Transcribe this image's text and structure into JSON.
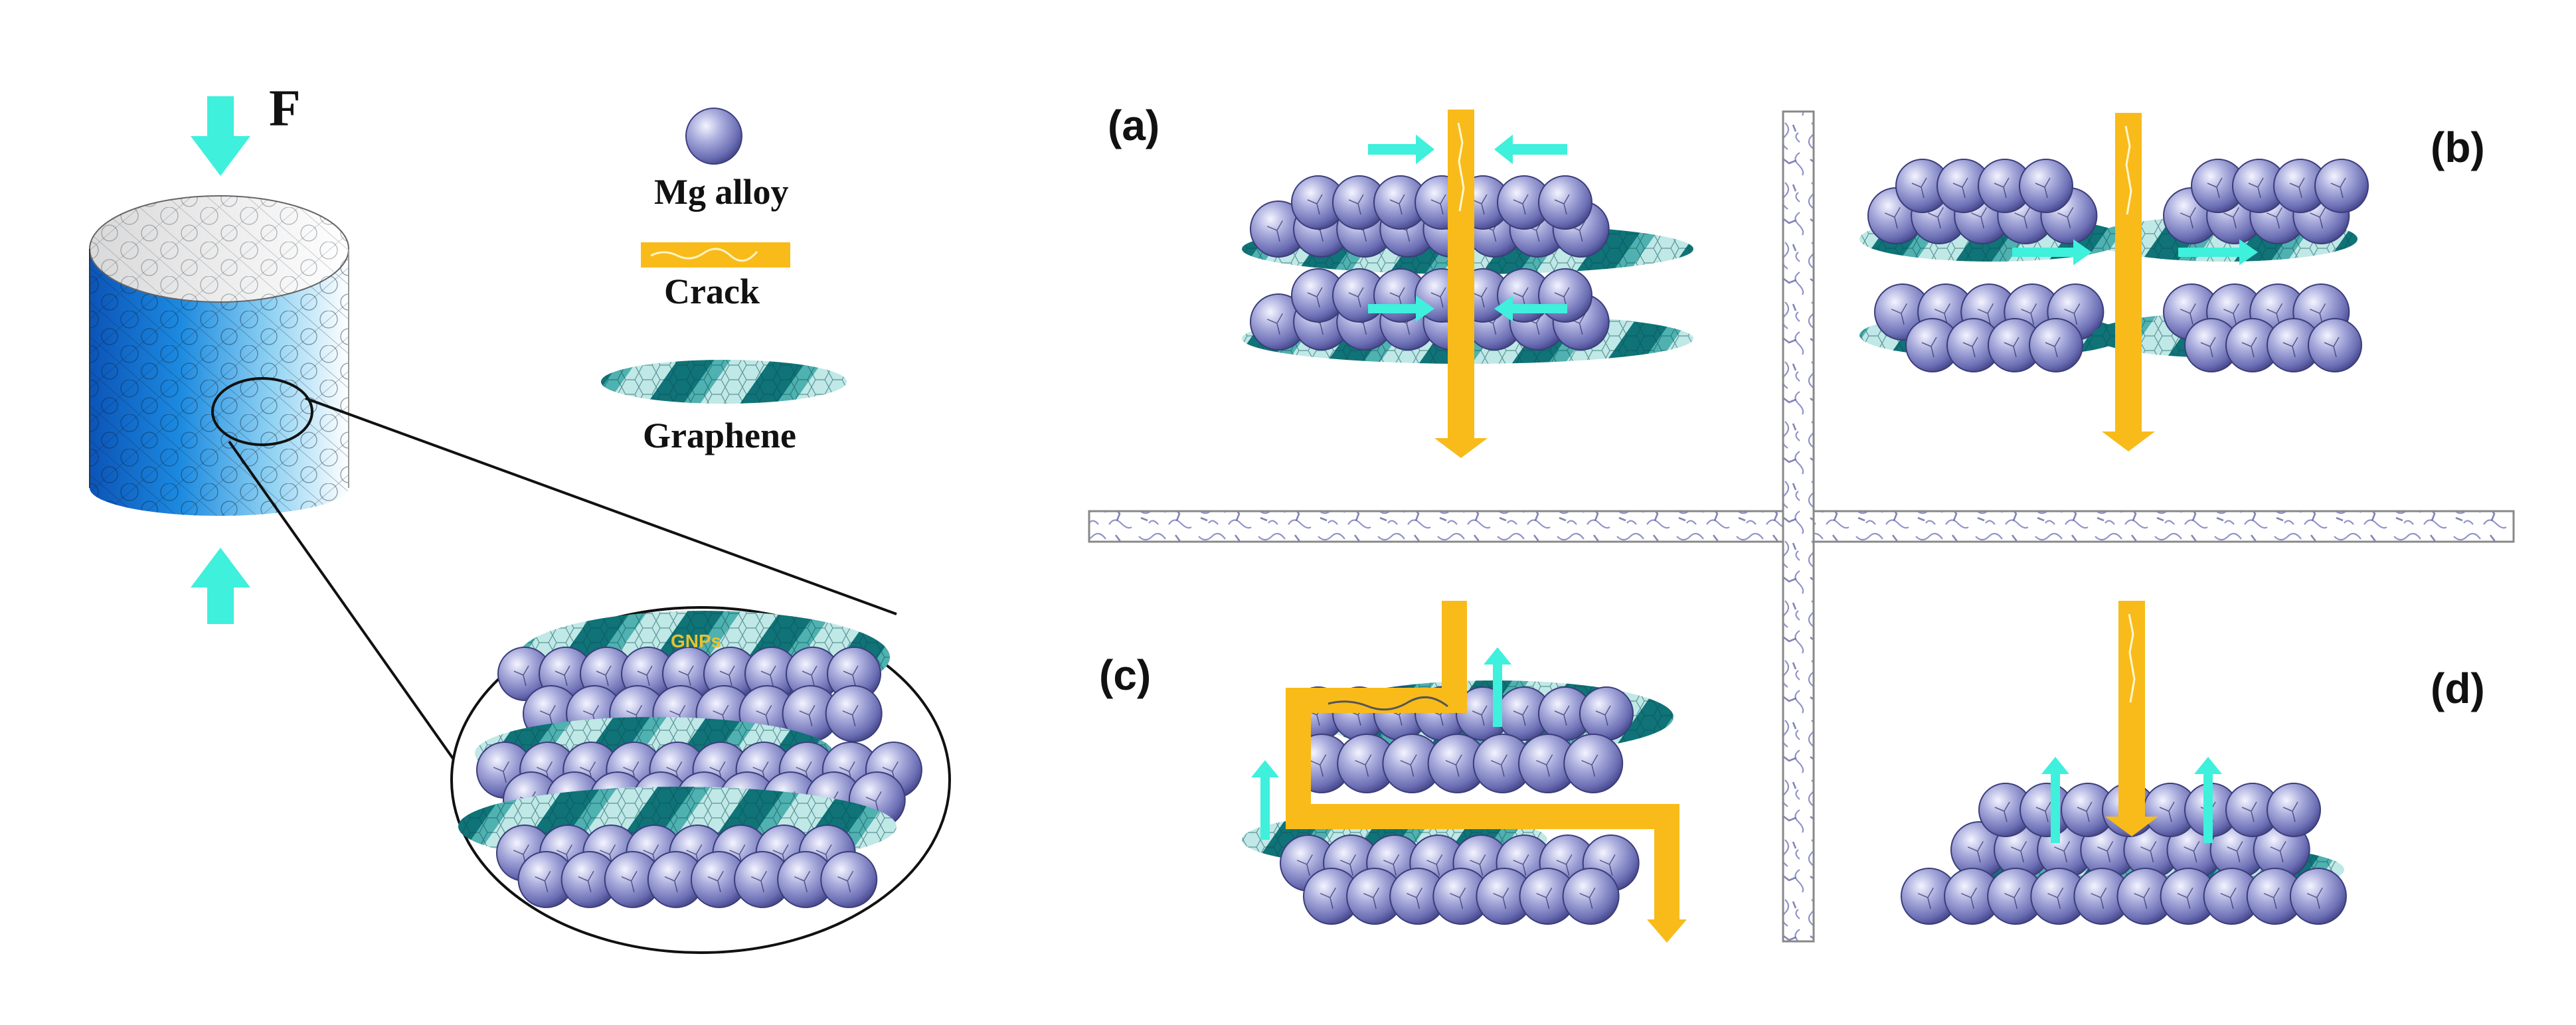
{
  "force_label": "F",
  "legend": {
    "alloy": "Mg alloy",
    "crack": "Crack",
    "graphene": "Graphene"
  },
  "zoom_label": "GNPs",
  "panels": [
    "(a)",
    "(b)",
    "(c)",
    "(d)"
  ],
  "colors": {
    "particle": "#6f72b8",
    "crack": "#f8bb1a",
    "arrow": "#3ff0dc",
    "graphene": "#1e8f8f",
    "cylinder": "#1f7fd4"
  }
}
